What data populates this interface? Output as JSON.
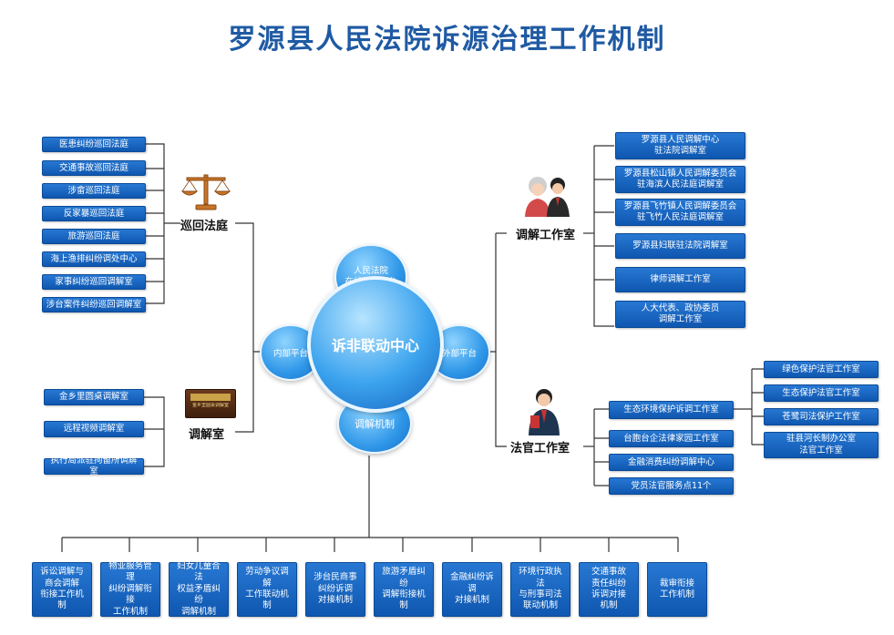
{
  "title": "罗源县人民法院诉源治理工作机制",
  "center": {
    "main": "诉非联动中心",
    "top": "人民法院\n在线调解平台",
    "left": "内部平台",
    "right": "外部平台",
    "bottom": "调解机制"
  },
  "circuit": {
    "label": "巡回法庭",
    "items": [
      "医患纠纷巡回法庭",
      "交通事故巡回法庭",
      "涉畲巡回法庭",
      "反家暴巡回法庭",
      "旅游巡回法庭",
      "海上渔排纠纷调处中心",
      "家事纠纷巡回调解室",
      "涉台案件纠纷巡回调解室"
    ]
  },
  "mediation_room": {
    "label": "调解室",
    "sign_text": "金乡里圆桌调解室",
    "items": [
      "金乡里圆桌调解室",
      "远程视频调解室",
      "执行局派驻拘留所调解室"
    ]
  },
  "mediation_office": {
    "label": "调解工作室",
    "items": [
      "罗源县人民调解中心\n驻法院调解室",
      "罗源县松山镇人民调解委员会\n驻海滨人民法庭调解室",
      "罗源县飞竹镇人民调解委员会\n驻飞竹人民法庭调解室",
      "罗源县妇联驻法院调解室",
      "律师调解工作室",
      "人大代表、政协委员\n调解工作室"
    ]
  },
  "judge_office": {
    "label": "法官工作室",
    "items": [
      "生态环境保护诉调工作室",
      "台胞台企法律家园工作室",
      "金融消费纠纷调解中心",
      "党员法官服务点11个"
    ],
    "sub_items": [
      "绿色保护法官工作室",
      "生态保护法官工作室",
      "苍鹭司法保护工作室",
      "驻县河长制办公室\n法官工作室"
    ]
  },
  "mechanisms": [
    "诉讼调解与\n商会调解\n衔接工作机制",
    "物业服务管理\n纠纷调解衔接\n工作机制",
    "妇女儿童合法\n权益矛盾纠纷\n调解机制",
    "劳动争议调解\n工作联动机制",
    "涉台民商事\n纠纷诉调\n对接机制",
    "旅游矛盾纠纷\n调解衔接机制",
    "金融纠纷诉调\n对接机制",
    "环境行政执法\n与刑事司法\n联动机制",
    "交通事故\n责任纠纷\n诉调对接\n机制",
    "裁审衔接\n工作机制"
  ],
  "colors": {
    "title": "#1f5aa3",
    "box": "#1565c0",
    "circle": "#2f97e8",
    "line": "#333333"
  }
}
